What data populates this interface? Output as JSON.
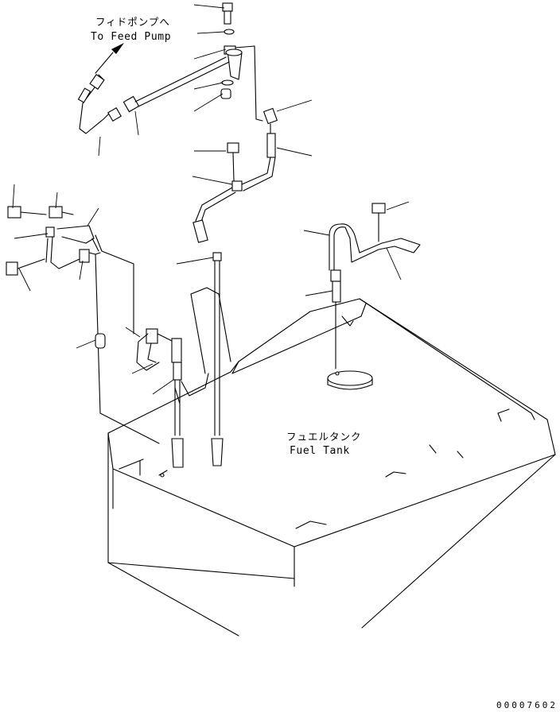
{
  "labels": {
    "feed_pump_jp": "フィドポンプへ",
    "feed_pump_en": "To Feed Pump",
    "fuel_tank_jp": "フュエルタンク",
    "fuel_tank_en": "Fuel Tank",
    "drawing_code": "00007602"
  }
}
